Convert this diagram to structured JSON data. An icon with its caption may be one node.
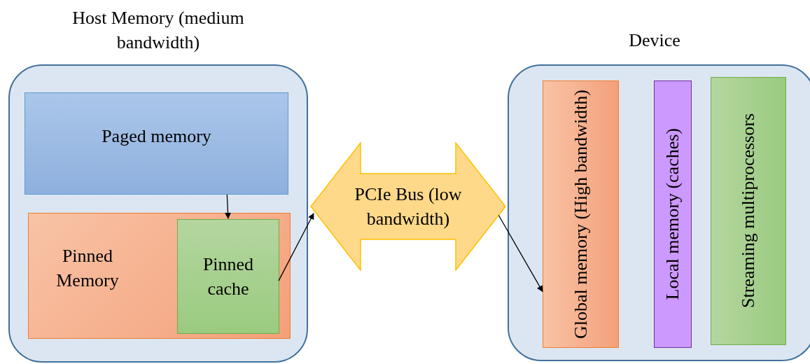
{
  "diagram": {
    "nodes": [
      {
        "text": [
          "Host Memory (medium bandwidth)"
        ]
      },
      {
        "text": [
          "Paged memory"
        ],
        "in": 0
      },
      {
        "text": [
          "Pinned Memory"
        ],
        "in": 0
      },
      {
        "text": [
          "Pinned cache"
        ],
        "in": 2
      },
      {
        "text": [
          "PCIe Bus (low bandwidth)"
        ]
      },
      {
        "text": [
          "Device"
        ]
      },
      {
        "text": [
          "Global memory (High bandwidth)"
        ],
        "in": 5
      },
      {
        "text": [
          "Local memory (caches)"
        ],
        "in": 5
      },
      {
        "text": [
          "Streaming multiprocessors"
        ],
        "in": 5
      }
    ],
    "edges": [
      {
        "from": 1,
        "to": 3,
        "arrow": "to"
      },
      {
        "from": 3,
        "to": 4,
        "arrow": "to"
      },
      {
        "from": 4,
        "to": 6,
        "arrow": "to"
      }
    ]
  }
}
